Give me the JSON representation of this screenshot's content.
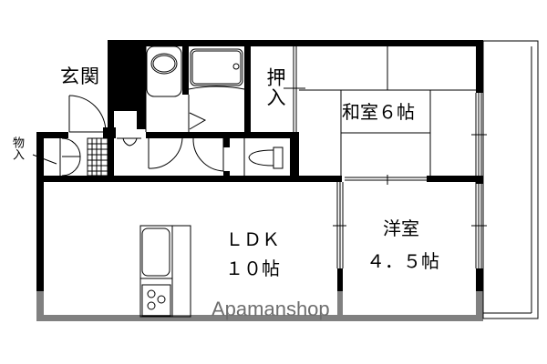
{
  "floorplan": {
    "rooms": {
      "entrance": {
        "label": "玄関"
      },
      "storage": {
        "label": "物入"
      },
      "closet": {
        "label": "押入"
      },
      "washitsu": {
        "label": "和室６帖"
      },
      "ldk": {
        "label": "ＬＤＫ",
        "size": "１０帖"
      },
      "youshitsu": {
        "label": "洋室",
        "size": "４．５帖"
      }
    },
    "watermark": "Apamanshop",
    "colors": {
      "wall": "#000000",
      "line": "#000000",
      "watermark_band": "#808080",
      "watermark_text": "#6e6e6e",
      "background": "#ffffff"
    }
  }
}
